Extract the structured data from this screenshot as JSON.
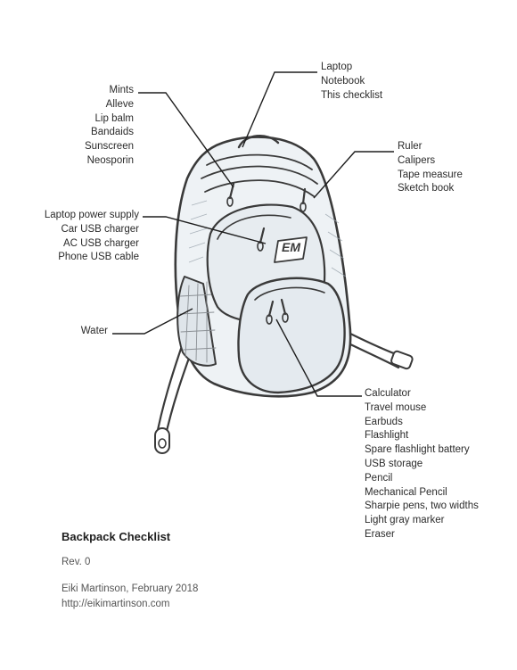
{
  "groups": {
    "laptop": [
      "Laptop",
      "Notebook",
      "This checklist"
    ],
    "mints": [
      "Mints",
      "Alleve",
      "Lip balm",
      "Bandaids",
      "Sunscreen",
      "Neosporin"
    ],
    "ruler": [
      "Ruler",
      "Calipers",
      "Tape measure",
      "Sketch book"
    ],
    "power": [
      "Laptop power supply",
      "Car USB charger",
      "AC USB charger",
      "Phone USB cable"
    ],
    "water": [
      "Water"
    ],
    "calculator": [
      "Calculator",
      "Travel mouse",
      "Earbuds",
      "Flashlight",
      "Spare flashlight battery",
      "USB storage",
      "Pencil",
      "Mechanical Pencil",
      "Sharpie pens, two widths",
      "Light gray marker",
      "Eraser"
    ]
  },
  "logo_text": "EM",
  "footer": {
    "title": "Backpack Checklist",
    "revision": "Rev. 0",
    "author": "Eiki Martinson, February 2018",
    "url": "http://eikimartinson.com"
  },
  "colors": {
    "ink": "#2b2b2b",
    "shade": "#d9e0e6"
  }
}
